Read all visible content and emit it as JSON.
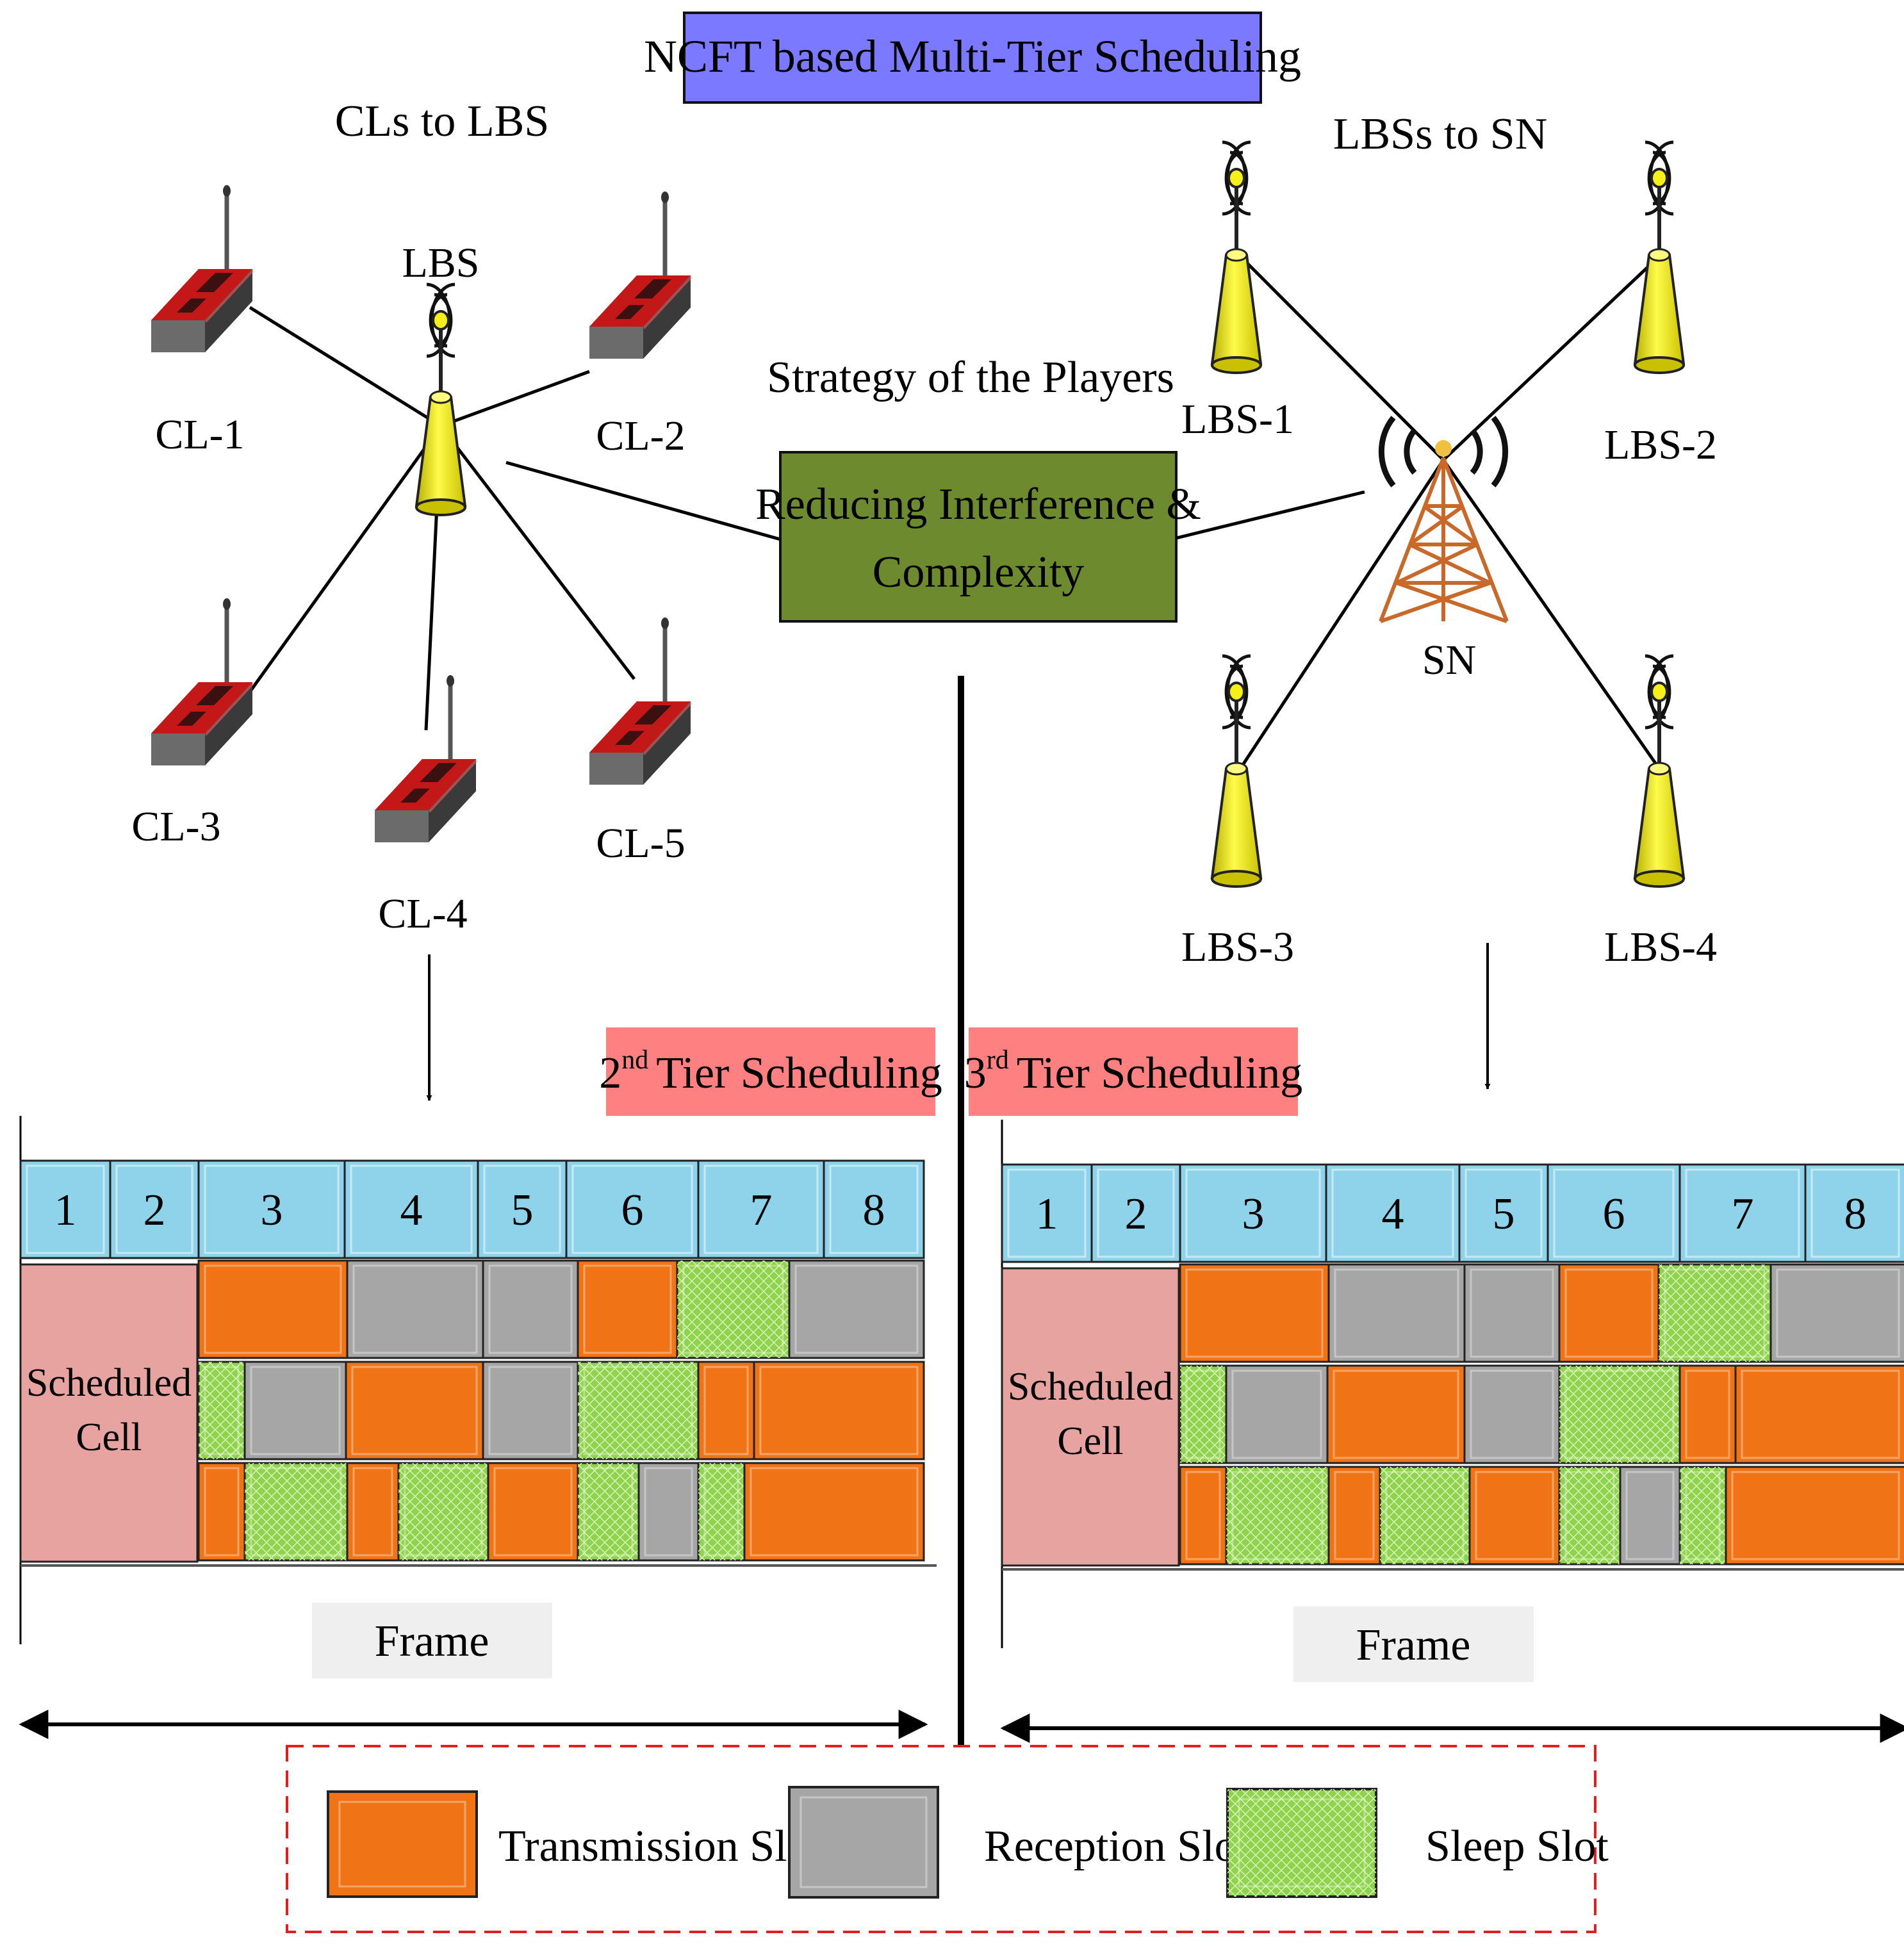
{
  "title": "NCFT based Multi-Tier Scheduling",
  "left_group_label": "CLs to LBS",
  "right_group_label": "LBSs to SN",
  "strategy_label": "Strategy of the Players",
  "strategy_box": {
    "line1": "Reducing Interference &",
    "line2": "Complexity"
  },
  "left_cluster": {
    "hub": "LBS",
    "nodes": [
      "CL-1",
      "CL-2",
      "CL-3",
      "CL-4",
      "CL-5"
    ]
  },
  "right_cluster": {
    "hub": "SN",
    "nodes": [
      "LBS-1",
      "LBS-2",
      "LBS-3",
      "LBS-4"
    ]
  },
  "tiers": [
    {
      "ordinal": "2",
      "sup": "nd",
      "label": "Tier Scheduling"
    },
    {
      "ordinal": "3",
      "sup": "rd",
      "label": "Tier Scheduling"
    }
  ],
  "frame": {
    "slots": [
      "1",
      "2",
      "3",
      "4",
      "5",
      "6",
      "7",
      "8"
    ],
    "scheduled_cell": {
      "line1": "Scheduled",
      "line2": "Cell"
    },
    "label": "Frame"
  },
  "legend": [
    {
      "key": "tx",
      "label": "Transmission Slot"
    },
    {
      "key": "rx",
      "label": "Reception Slot"
    },
    {
      "key": "sleep",
      "label": "Sleep Slot"
    }
  ],
  "colors": {
    "title_bg": "#7b79ff",
    "strategy_bg": "#6d8a2f",
    "tier_bg": "#ff8080",
    "header_slot": "#8fd3ea",
    "scheduled_cell": "#e6a39f",
    "transmission": "#f07316",
    "reception": "#a6a6a6",
    "sleep": "#8fd24e",
    "client_body": "#b51616",
    "antenna": "#f5ef1a",
    "tower": "#c8692a"
  }
}
